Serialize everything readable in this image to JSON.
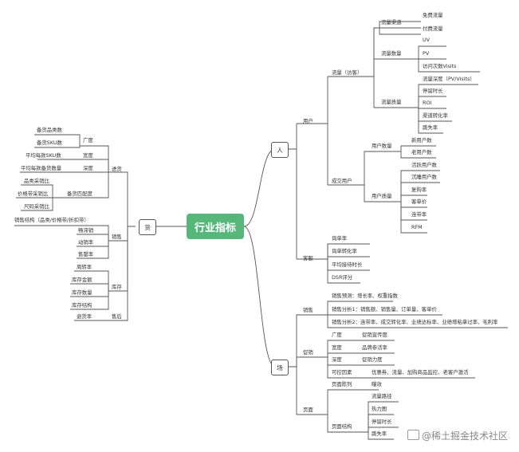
{
  "center": "行业指标",
  "ren": "人",
  "huo": "货",
  "chang": "场",
  "user": "用户",
  "traffic": "流量（访客）",
  "traffic_channel": "流量渠道",
  "free_traffic": "免费流量",
  "paid_traffic": "付费流量",
  "traffic_count": "流量数量",
  "uv": "UV",
  "pv": "PV",
  "visits": "访问次数Visits",
  "traffic_quality": "流量质量",
  "depth": "流量深度（PV/Visits）",
  "stay": "停留时长",
  "roi": "ROI",
  "channel_conv": "渠道转化率",
  "bounce": "跳失率",
  "deal_user": "成交用户",
  "user_count": "用户数量",
  "new_user": "新用户数",
  "old_user": "老用户数",
  "user_quality": "用户质量",
  "active_user": "活跃用户数",
  "silent_user": "沉睡用户数",
  "repurchase": "复购率",
  "aov": "客单价",
  "retention": "连带率",
  "rfm": "RFM",
  "service": "客服",
  "inquiry": "询单率",
  "inquiry_conv": "询单转化率",
  "reception": "平均接待时长",
  "dsr": "DSR评分",
  "sales": "销售",
  "sales_forecast": "销售预测：增长率、权重指数",
  "sales_analysis1": "销售分析1：销售额、销售量、订单量、客单价",
  "sales_analysis2": "销售分析2：连带率、成交转化率、业绩达标率、业绩增粘拿过率、毛利率",
  "promo": "促销",
  "breadth": "广度",
  "promo_coverage": "促销宣传度",
  "width": "宽度",
  "product_participation": "品牌参活率",
  "depth2": "深度",
  "promo_strength": "促销力度",
  "controllable": "可控因素",
  "controllable_detail": "优惠券、流量、加购商品监控、老客户激活",
  "page": "页面",
  "page_arrange": "页面陈列",
  "exposure": "曝效",
  "page_structure": "页面结构",
  "traffic_path": "流量路径",
  "heatmap": "热力图",
  "stay2": "停留时长",
  "bounce2": "跳失率",
  "purchase": "进货",
  "breadth_l": "广度",
  "sku_cat": "备货品类数",
  "sku_count": "备货SKU数",
  "width_l": "宽度",
  "avg_sku": "平均每款SKU数",
  "depth_l": "深度",
  "avg_qty": "平均每款备货数量",
  "cat_ratio": "品类采销比",
  "price_ratio": "价格带采销比",
  "stock_ratio": "备货匹配度",
  "size_ratio": "尺码采销比",
  "sales_structure": "销售结构（品类/价格带/折扣带）",
  "sell": "销售",
  "sell_through": "畅滞销",
  "move_rate": "动销率",
  "sell_rate": "售罄率",
  "inventory": "库存",
  "turnover": "周转率",
  "stock_amount": "库存金额",
  "stock_qty": "库存数量",
  "stock_structure": "库存结构",
  "aftersale": "售后",
  "return_rate": "退货率",
  "watermark": "@稀土掘金技术社区"
}
